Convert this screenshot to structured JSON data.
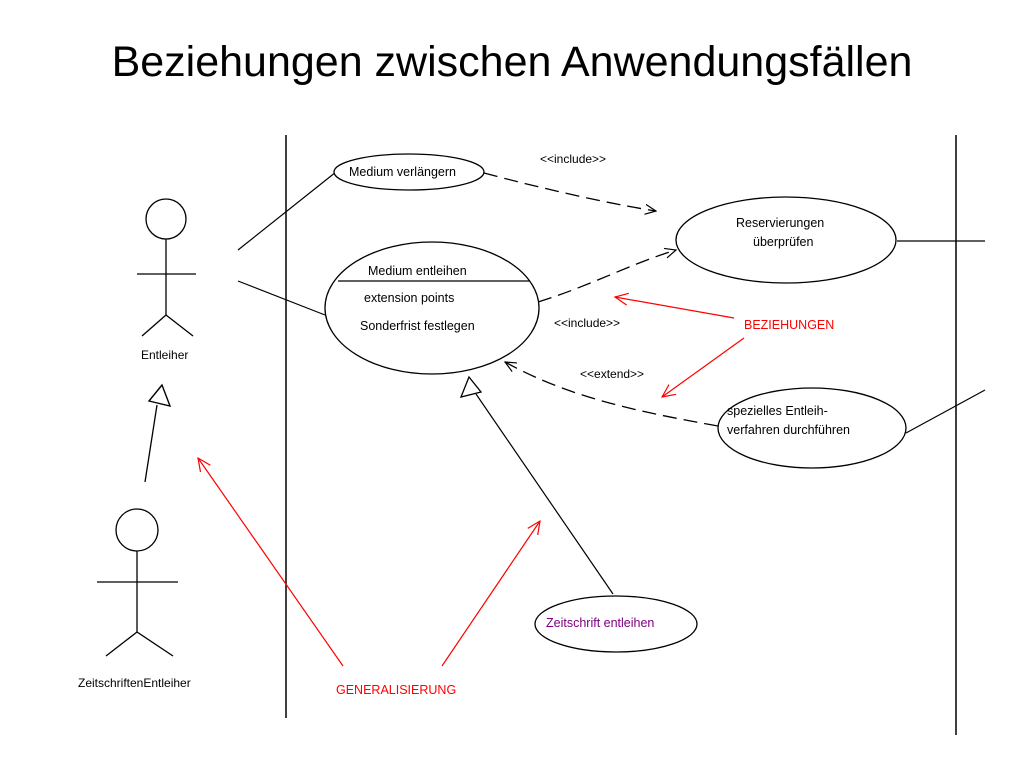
{
  "slide": {
    "title": "Beziehungen zwischen Anwendungsfällen"
  },
  "actors": {
    "entleiher": "Entleiher",
    "zeitschriften_entleiher": "ZeitschriftenEntleiher"
  },
  "use_cases": {
    "medium_verlaengern": "Medium verlängern",
    "reservierungen_line1": "Reservierungen",
    "reservierungen_line2": "überprüfen",
    "medium_entleihen": "Medium entleihen",
    "extension_points": "extension points",
    "sonderfrist": "Sonderfrist festlegen",
    "speziell_line1": "spezielles Entleih-",
    "speziell_line2": "verfahren durchführen",
    "zeitschrift_entleihen": "Zeitschrift entleihen"
  },
  "stereotypes": {
    "include_top": "<<include>>",
    "include_mid": "<<include>>",
    "extend": "<<extend>>"
  },
  "annotations": {
    "beziehungen": "BEZIEHUNGEN",
    "generalisierung": "GENERALISIERUNG"
  },
  "colors": {
    "annotation": "#ff0000",
    "zeitschrift_text": "#800080",
    "lines": "#000000"
  }
}
